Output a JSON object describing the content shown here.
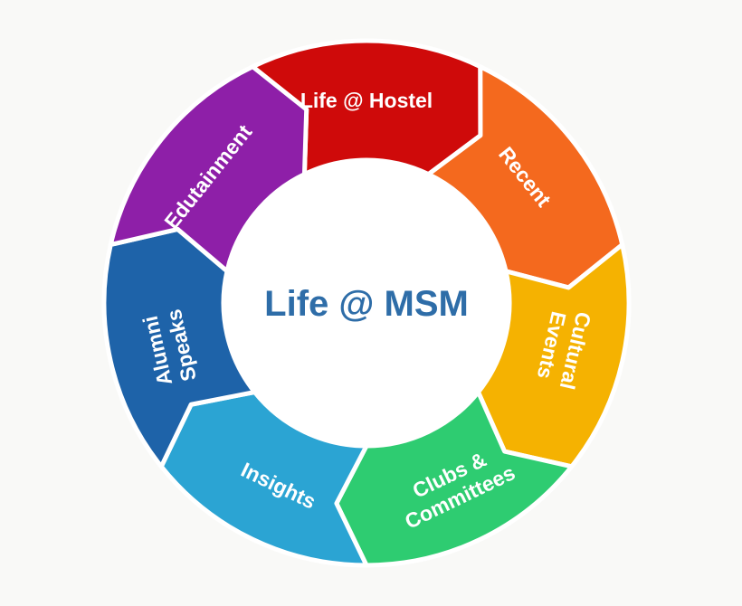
{
  "diagram": {
    "type": "cycle-wheel",
    "center_label": "Life @ MSM",
    "center_text_color": "#2E6DA8",
    "background_color": "#F9F9F7",
    "gap_color": "#FFFFFF",
    "segments": [
      {
        "label": "Life @ Hostel",
        "lines": [
          "Life @ Hostel"
        ],
        "color": "#CF0A0A"
      },
      {
        "label": "Recent",
        "lines": [
          "Recent"
        ],
        "color": "#F4691E"
      },
      {
        "label": "Cultural Events",
        "lines": [
          "Cultural",
          "Events"
        ],
        "color": "#F5B201"
      },
      {
        "label": "Clubs & Committees",
        "lines": [
          "Clubs &",
          "Committees"
        ],
        "color": "#2ECC71"
      },
      {
        "label": "Insights",
        "lines": [
          "Insights"
        ],
        "color": "#2BA4D3"
      },
      {
        "label": "Alumni Speaks",
        "lines": [
          "Alumni",
          "Speaks"
        ],
        "color": "#1E63A9"
      },
      {
        "label": "Edutainment",
        "lines": [
          "Edutainment"
        ],
        "color": "#8E1FA8"
      }
    ]
  }
}
